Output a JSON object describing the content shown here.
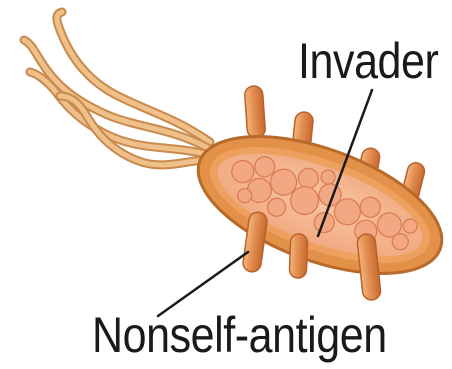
{
  "labels": {
    "invader": "Invader",
    "antigen": "Nonself-antigen"
  },
  "colors": {
    "cell_wall": "#e2924a",
    "cell_interior": "#f4b58e",
    "inclusions": "#f1a57c",
    "flagella": "#e0a264",
    "antigen_spikes": "#e18a4e",
    "leader_lines": "#1a1a1a"
  },
  "icons": [
    "bacterium-illustration"
  ]
}
